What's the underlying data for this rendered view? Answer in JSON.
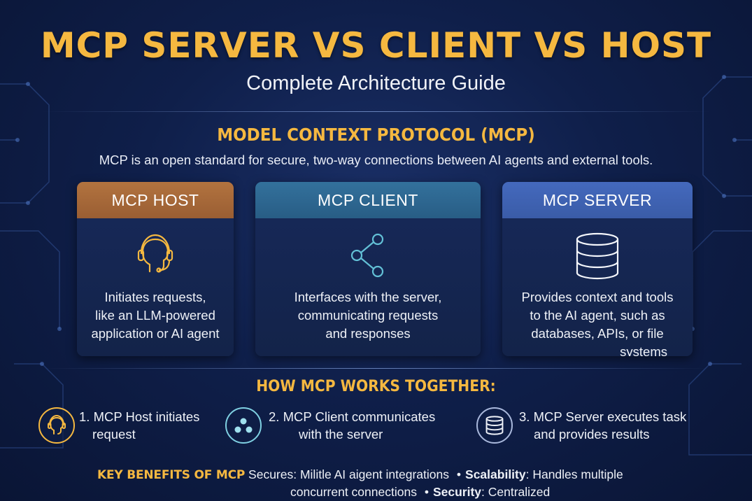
{
  "header": {
    "title": "MCP SERVER VS CLIENT VS HOST",
    "subtitle": "Complete Architecture Guide"
  },
  "protocol": {
    "heading": "MODEL CONTEXT PROTOCOL (MCP)",
    "description": "MCP is an open standard for secure, two-way connections between AI agents and external tools."
  },
  "cards": [
    {
      "title": "MCP HOST",
      "icon": "headset-person-icon",
      "header_color": "#a8683a",
      "lines": [
        "Initiates requests,",
        "like an LLM-powered",
        "application or AI agent"
      ]
    },
    {
      "title": "MCP CLIENT",
      "icon": "share-nodes-icon",
      "header_color": "#2d6791",
      "lines": [
        "Interfaces with the server,",
        "communicating requests",
        "and responses"
      ]
    },
    {
      "title": "MCP SERVER",
      "icon": "database-icon",
      "header_color": "#3e62b4",
      "lines": [
        "Provides context and tools",
        "to the AI agent, such as",
        "databases, APIs, or file",
        "systems"
      ]
    }
  ],
  "how": {
    "heading": "HOW MCP WORKS TOGETHER:",
    "steps": [
      {
        "icon": "headset-person-icon",
        "line1": "1. MCP Host initiates",
        "line2": "request"
      },
      {
        "icon": "nodes-icon",
        "line1": "2. MCP Client communicates",
        "line2": "with the server"
      },
      {
        "icon": "database-icon",
        "line1": "3. MCP Server executes task",
        "line2": "and provides results"
      }
    ]
  },
  "benefits": {
    "label": "KEY BENEFITS OF MCP",
    "line1_text": "Secures:  Militle AI aigent integrations",
    "bullet": "•",
    "scalability_label": "Scalability",
    "scalability_text": ": Handles multiple",
    "line2_text": "concurrent connections",
    "security_label": "Security",
    "security_text": ": Centralized"
  },
  "colors": {
    "accent": "#f5b840",
    "host": "#a8683a",
    "client": "#2d6791",
    "server": "#3e62b4",
    "background": "#0f1f4a"
  }
}
